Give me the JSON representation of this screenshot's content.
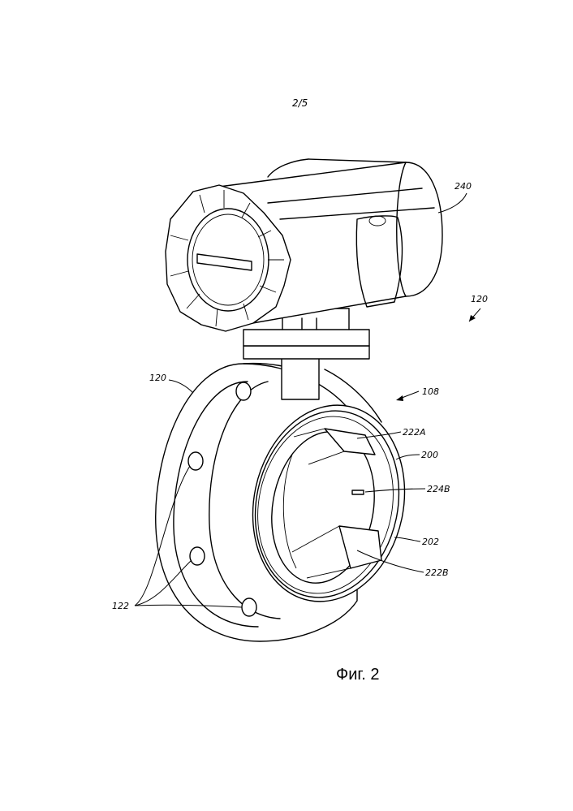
{
  "page_number": "2/5",
  "caption": "Фиг. 2",
  "labels": {
    "l240": "240",
    "l120_top": "120",
    "l120_left": "120",
    "l108": "108",
    "l222a": "222A",
    "l200": "200",
    "l224b": "224B",
    "l202": "202",
    "l222b": "222B",
    "l122": "122"
  }
}
